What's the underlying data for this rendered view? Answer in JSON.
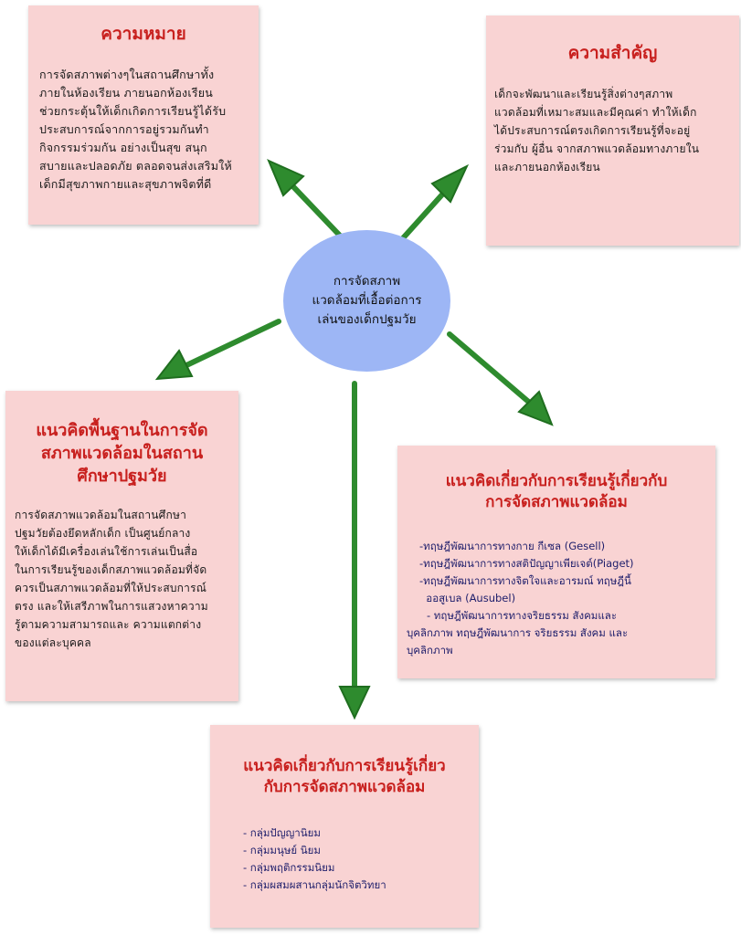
{
  "center": {
    "lines": [
      "การจัดสภาพ",
      "แวดล้อมที่เอื้อต่อการ",
      "เล่นของเด็กปฐมวัย"
    ]
  },
  "meaning": {
    "title": "ความหมาย",
    "lines": [
      "การจัดสภาพต่างๆในสถานศึกษาทั้ง",
      "ภายในห้องเรียน ภายนอกห้องเรียน",
      "ช่วยกระตุ้นให้เด็กเกิดการเรียนรู้ได้รับ",
      "ประสบการณ์จากการอยู่รวมกันทำ",
      "กิจกรรมร่วมกัน อย่างเป็นสุข สนุก",
      "สบายและปลอดภัย ตลอดจนส่งเสริมให้",
      "เด็กมีสุขภาพกายและสุขภาพจิตที่ดี"
    ]
  },
  "importance": {
    "title": "ความสำคัญ",
    "lines": [
      "เด็กจะพัฒนาและเรียนรู้สิ่งต่างๆสภาพ",
      "แวดล้อมที่เหมาะสมและมีคุณค่า ทำให้เด็ก",
      "ได้ประสบการณ์ตรงเกิดการเรียนรู้ที่จะอยู่",
      "ร่วมกับ ผู้อื่น จากสภาพแวดล้อมทางภายใน",
      "และภายนอกห้องเรียน"
    ]
  },
  "basic": {
    "title_lines": [
      "แนวคิดพื้นฐานในการจัด",
      "สภาพแวดล้อมในสถาน",
      "ศึกษาปฐมวัย"
    ],
    "lines": [
      "การจัดสภาพแวดล้อมในสถานศึกษา",
      "ปฐมวัยต้องยึดหลักเด็ก เป็นศูนย์กลาง",
      "ให้เด็กได้มีเครื่องเล่นใช้การเล่นเป็นสื่อ",
      "ในการเรียนรู้ของเด็กสภาพแวดล้อมที่จัด",
      "ควรเป็นสภาพแวดล้อมที่ให้ประสบการณ์",
      "ตรง และให้เสรีภาพในการแสวงหาความ",
      "รู้ตามความสามารถและ ความแตกต่าง",
      "ของแต่ละบุคคล"
    ]
  },
  "theories": {
    "title_lines": [
      "แนวคิดเกี่ยวกับการเรียนรู้เกี่ยวกับ",
      "การจัดสภาพแวดล้อม"
    ],
    "lines": [
      "-ทฤษฎีพัฒนาการทางกาย กีเซล (Gesell)",
      "-ทฤษฎีพัฒนาการทางสติปัญญาเพียเจต์(Piaget)",
      "-ทฤษฎีพัฒนาการทางจิตใจและอารมณ์ ทฤษฎีนี้",
      "  ออสูเบล (Ausubel)",
      "- ทฤษฎีพัฒนาการทางจริยธรรม สังคมและ",
      "บุคลิกภาพ ทฤษฎีพัฒนาการ จริยธรรม สังคม และ",
      "บุคลิกภาพ"
    ]
  },
  "groups": {
    "title_lines": [
      "แนวคิดเกี่ยวกับการเรียนรู้เกี่ยว",
      "กับการจัดสภาพแวดล้อม"
    ],
    "lines": [
      "- กลุ่มปัญญานิยม",
      "- กลุ่มมนุษย์ นิยม",
      "- กลุ่มพฤติกรรมนิยม",
      "- กลุ่มผสมผสานกลุ่มนักจิตวิทยา"
    ]
  },
  "colors": {
    "box_fill": "#f9d3d3",
    "title_red": "#c8201e",
    "center_fill": "#9db6f5",
    "arrow_green": "#2e8b2e"
  }
}
